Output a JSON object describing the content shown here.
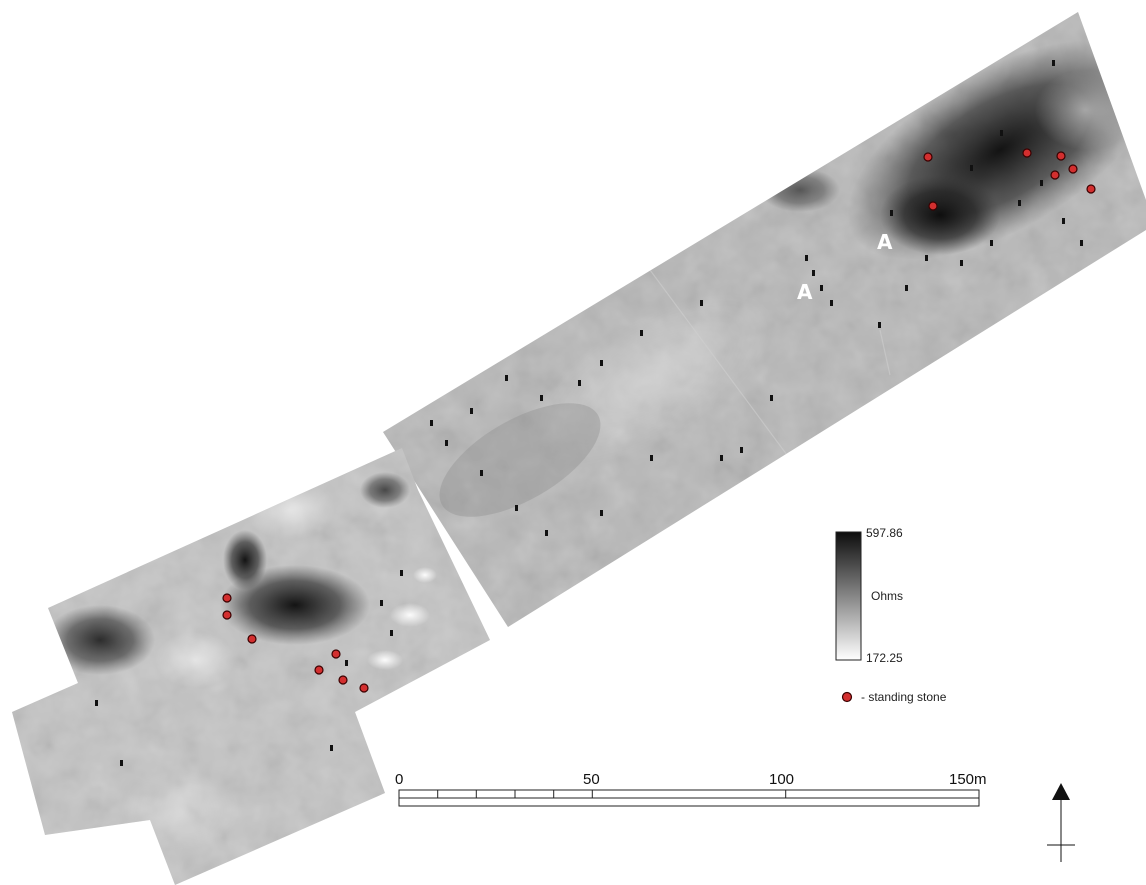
{
  "feature_labels": [
    "A",
    "A"
  ],
  "legend": {
    "max_value": "597.86",
    "unit": "Ohms",
    "min_value": "172.25",
    "marker_label": "- standing stone",
    "marker_color": "#d32f2f",
    "ramp_dark": "#0d0d0d",
    "ramp_light": "#ffffff"
  },
  "scale_bar": {
    "labels": [
      "0",
      "50",
      "100",
      "150m"
    ]
  },
  "colors": {
    "survey_light": "#bdbdbd",
    "survey_mid": "#9e9e9e",
    "survey_dark": "#1a1a1a"
  },
  "icons": [
    "north-arrow-icon",
    "standing-stone-icon"
  ]
}
